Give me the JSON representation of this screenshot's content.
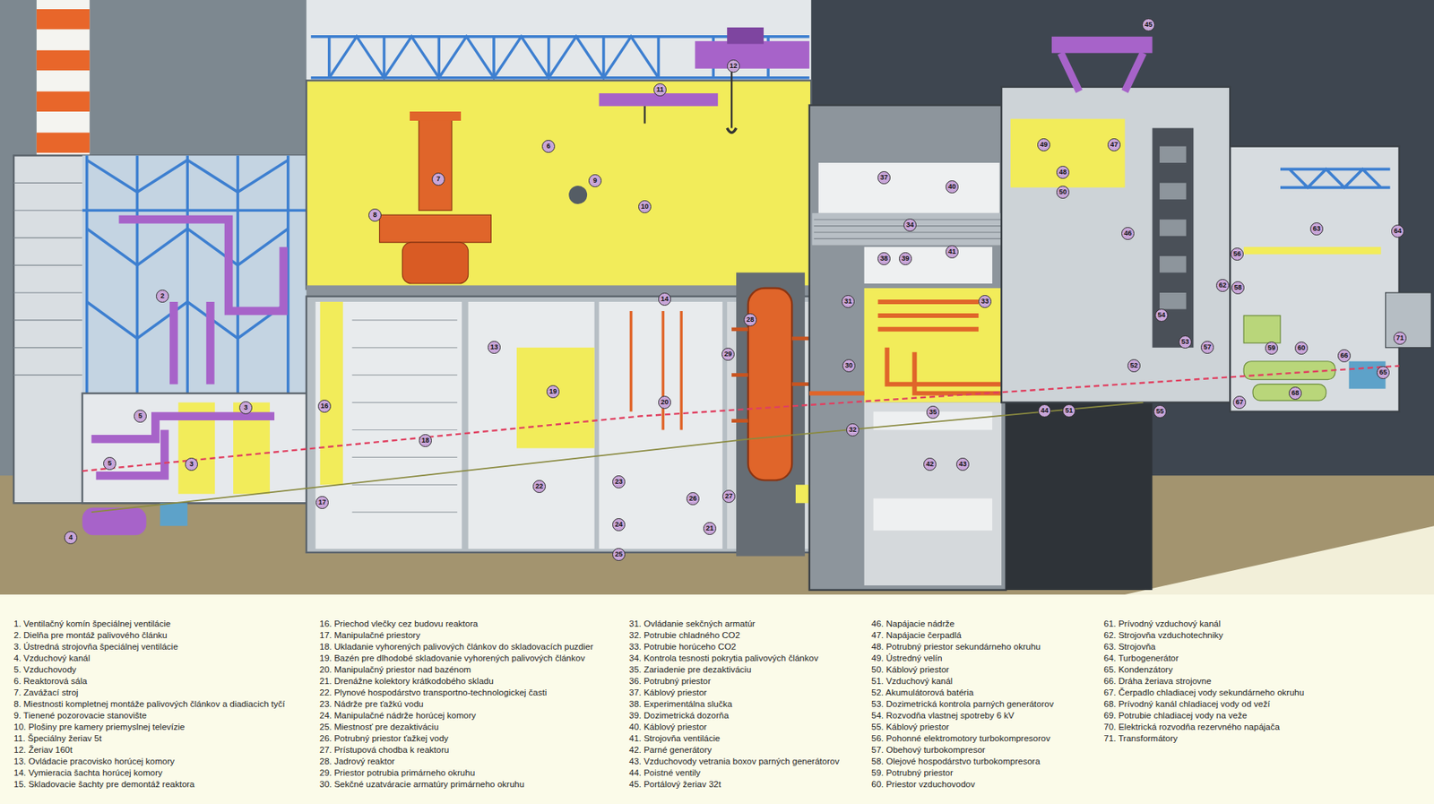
{
  "diagram": {
    "labels": [
      "45",
      "12",
      "11",
      "6",
      "7",
      "9",
      "10",
      "8",
      "2",
      "5",
      "3",
      "5",
      "3",
      "4",
      "16",
      "18",
      "19",
      "14",
      "17",
      "22",
      "23",
      "24",
      "25",
      "26",
      "27",
      "21",
      "28",
      "29",
      "31",
      "30",
      "32",
      "38",
      "39",
      "37",
      "40",
      "34",
      "41",
      "33",
      "35",
      "42",
      "43",
      "44",
      "49",
      "48",
      "47",
      "46",
      "51",
      "52",
      "53",
      "54",
      "55",
      "57",
      "56",
      "58",
      "59",
      "60",
      "63",
      "64",
      "62",
      "65",
      "66",
      "71",
      "67",
      "68",
      "13",
      "20",
      "50",
      "1. Ventilačný komín špeciálnej ventilácie",
      "2. Dielňa pre montáž palivového článku",
      "3. Ústredná strojovňa špeciálnej ventilácie",
      "4. Vzduchový kanál",
      "5. Vzduchovody",
      "6. Reaktorová sála",
      "7. Zavážací stroj",
      "8. Miestnosti kompletnej montáže palivových článkov a diadiacich tyčí",
      "9. Tienené pozorovacie stanovište",
      "10. Plošiny pre kamery priemyslnej televízie",
      "11. Špeciálny žeriav 5t",
      "12. Žeriav 160t",
      "13. Ovládacie pracovisko horúcej komory",
      "14. Vymieracia šachta horúcej komory",
      "15. Skladovacie šachty pre demontáž reaktora",
      "16. Priechod vlečky cez budovu reaktora",
      "17. Manipulačné priestory",
      "18. Ukladanie vyhorených palivových článkov do skladovacích puzdier",
      "19. Bazén pre dlhodobé skladovanie vyhorených palivových článkov",
      "20. Manipulačný priestor nad bazénom",
      "21. Drenážne kolektory krátkodobého skladu",
      "22. Plynové hospodárstvo transportno-technologickej časti",
      "23. Nádrže pre ťažkú vodu",
      "24. Manipulačné nádrže horúcej komory",
      "25. Miestnosť pre dezaktiváciu",
      "26. Potrubný priestor ťažkej vody",
      "27. Prístupová chodba k reaktoru",
      "28. Jadrový reaktor",
      "29. Priestor potrubia primárneho okruhu",
      "30. Sekčné uzatváracie armatúry primárneho okruhu",
      "31. Ovládanie sekčných armatúr",
      "32. Potrubie chladného CO2",
      "33. Potrubie horúceho CO2",
      "34. Kontrola tesnosti pokrytia palivových článkov",
      "35. Zariadenie pre dezaktiváciu",
      "36. Potrubný priestor",
      "37. Káblový priestor",
      "38. Experimentálna slučka",
      "39. Dozimetrická dozorňa",
      "40. Káblový priestor",
      "41. Strojovňa ventilácie",
      "42. Parné generátory",
      "43. Vzduchovody vetrania boxov parných generátorov",
      "44. Poistné ventily",
      "45. Portálový žeriav 32t",
      "46. Napájacie nádrže",
      "47. Napájacie čerpadlá",
      "48. Potrubný priestor sekundárneho okruhu",
      "49. Ústredný velín",
      "50. Káblový priestor",
      "51. Vzduchový kanál",
      "52. Akumulátorová batéria",
      "53. Dozimetrická kontrola parných generátorov",
      "54. Rozvodňa vlastnej spotreby 6 kV",
      "55. Káblový priestor",
      "56. Pohonné elektromotory turbokompresorov",
      "57. Obehový turbokompresor",
      "58. Olejové hospodárstvo turbokompresora",
      "59. Potrubný priestor",
      "60. Priestor vzduchovodov",
      "61. Prívodný vzduchový kanál",
      "62. Strojovňa vzduchotechniky",
      "63. Strojovňa",
      "64. Turbogenerátor",
      "65. Kondenzátory",
      "66. Dráha žeriava strojovne",
      "67. Čerpadlo chladiacej vody sekundárneho okruhu",
      "68. Prívodný kanál chladiacej vody od veží",
      "69. Potrubie chladiacej vody na veže",
      "70. Elektrická rozvodňa rezervného napájača",
      "71. Transformátory"
    ]
  }
}
